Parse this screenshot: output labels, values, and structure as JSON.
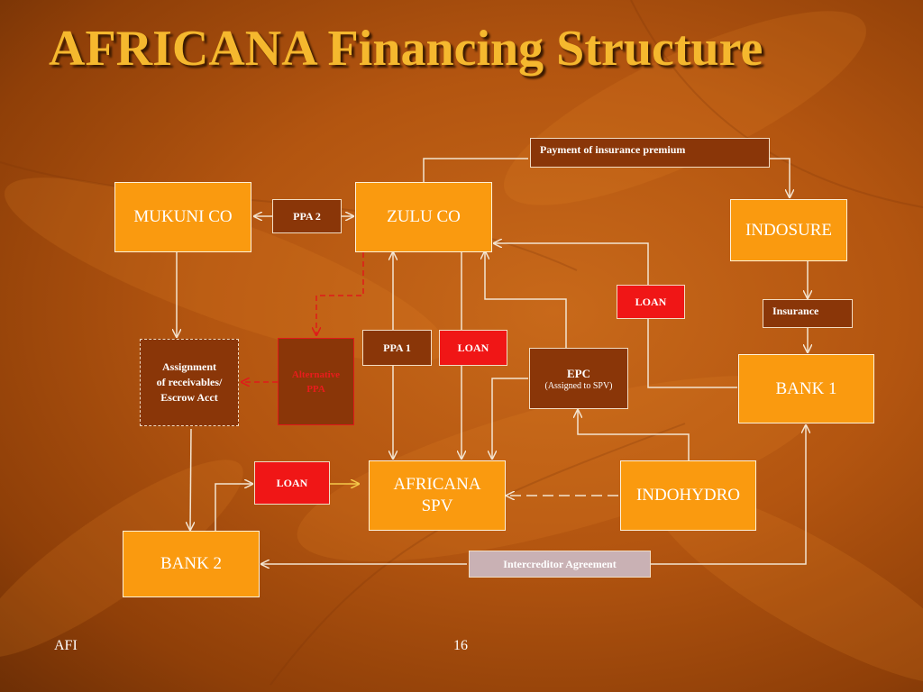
{
  "slide": {
    "title": "AFRICANA Financing Structure",
    "footer_left": "AFI",
    "page_number": "16"
  },
  "entities": {
    "mukuni": "MUKUNI CO",
    "zulu": "ZULU CO",
    "indosure": "INDOSURE",
    "bank1": "BANK 1",
    "bank2": "BANK 2",
    "africana_spv_line1": "AFRICANA",
    "africana_spv_line2": "SPV",
    "indohydro": "INDOHYDRO"
  },
  "labels": {
    "payment_premium": "Payment of insurance premium",
    "ppa2": "PPA 2",
    "ppa1": "PPA 1",
    "loan_upper": "LOAN",
    "loan_middle": "LOAN",
    "loan_lower": "LOAN",
    "insurance": "Insurance",
    "epc": "EPC",
    "epc_note": "(Assigned to SPV)",
    "assignment_line1": "Assignment",
    "assignment_line2": "of receivables/",
    "assignment_line3": "Escrow Acct",
    "alternative_line1": "Alternative",
    "alternative_line2": "PPA",
    "intercreditor": "Intercreditor Agreement"
  },
  "colors": {
    "title": "#f5b82e",
    "entity_box": "#fa9a0f",
    "label_box": "#8a3608",
    "loan_box": "#f01616",
    "intercreditor_box": "#c9b1b4",
    "connector": "#f3e4d0",
    "alternative_connector": "#e01a1a"
  }
}
